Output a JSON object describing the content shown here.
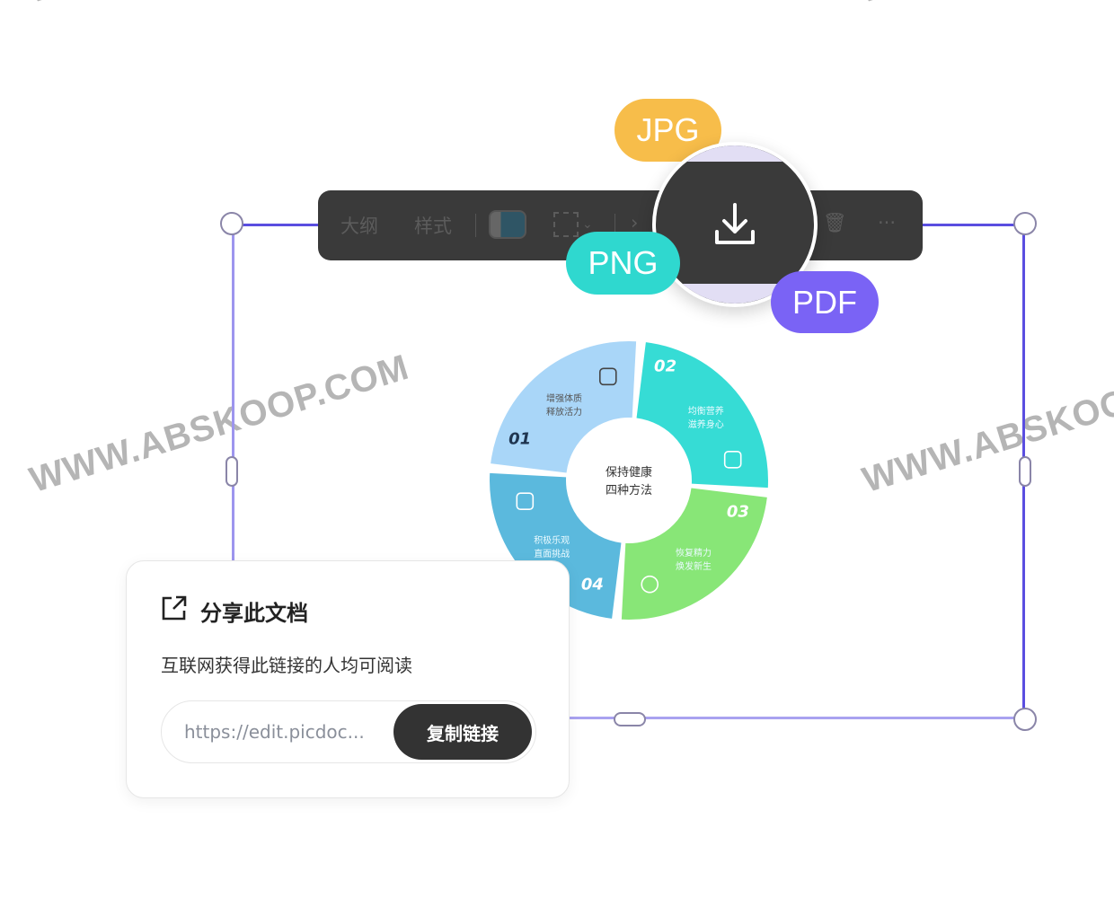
{
  "watermark": "WWW.ABSKOOP.COM",
  "toolbar": {
    "outline": "大纲",
    "style": "样式",
    "more": "···"
  },
  "formats": {
    "jpg": "JPG",
    "png": "PNG",
    "pdf": "PDF"
  },
  "colors": {
    "frame": "#5a4ee0",
    "jpg": "#f7bd4a",
    "png": "#2fd8cf",
    "pdf": "#7a63f5",
    "toolbar": "#3a3a3a"
  },
  "diagram": {
    "center": [
      "保持健康",
      "四种方法"
    ],
    "segments": [
      {
        "num": "01",
        "line1": "增强体质",
        "line2": "释放活力",
        "icon": "cloud-icon",
        "color": "#a9d6f8"
      },
      {
        "num": "02",
        "line1": "均衡营养",
        "line2": "滋养身心",
        "icon": "screen-icon",
        "color": "#36dcd5"
      },
      {
        "num": "03",
        "line1": "恢复精力",
        "line2": "焕发新生",
        "icon": "navigate-icon",
        "color": "#88e677"
      },
      {
        "num": "04",
        "line1": "积极乐观",
        "line2": "直面挑战",
        "icon": "scale-icon",
        "color": "#5bb9dd"
      }
    ]
  },
  "share": {
    "title": "分享此文档",
    "desc": "互联网获得此链接的人均可阅读",
    "url": "https://edit.picdoc...",
    "copy": "复制链接"
  }
}
